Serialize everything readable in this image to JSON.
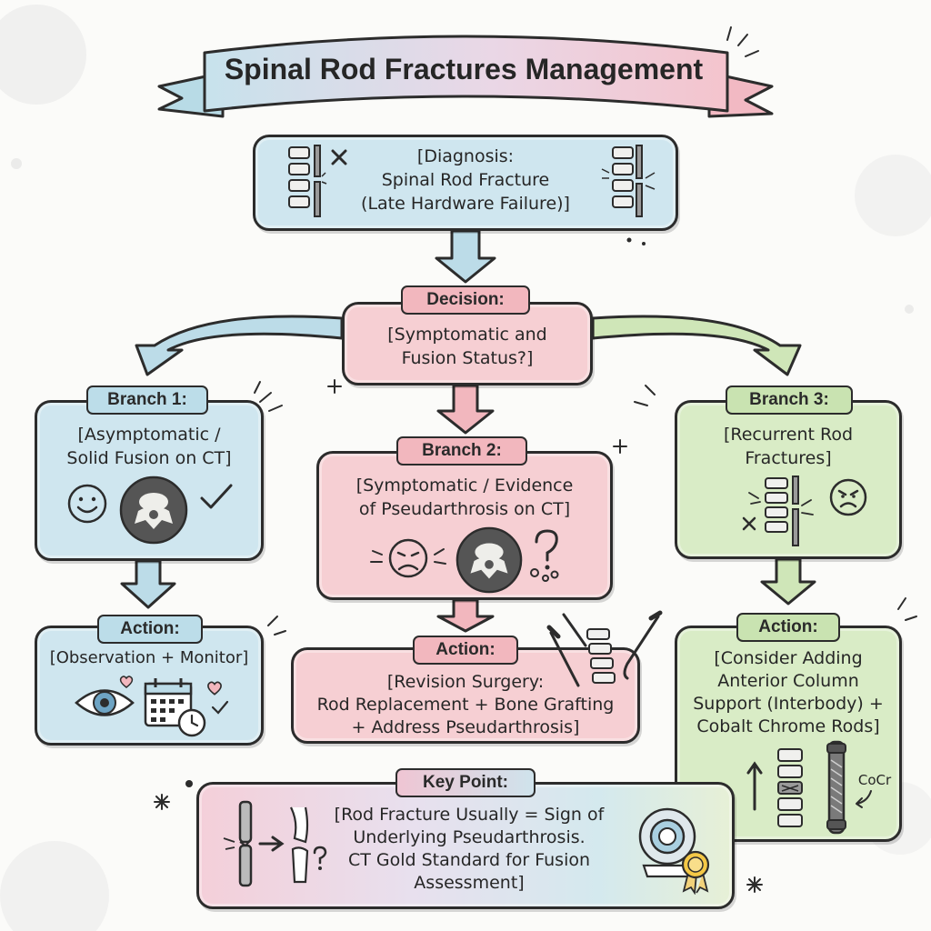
{
  "title": "Spinal Rod Fractures Management",
  "diagnosis": {
    "line1": "[Diagnosis:",
    "line2": "Spinal Rod Fracture",
    "line3": "(Late Hardware Failure)]"
  },
  "decision": {
    "tag": "Decision:",
    "line1": "[Symptomatic and",
    "line2": "Fusion Status?]"
  },
  "branch1": {
    "tag": "Branch 1:",
    "line1": "[Asymptomatic /",
    "line2": "Solid Fusion on CT]"
  },
  "branch2": {
    "tag": "Branch 2:",
    "line1": "[Symptomatic / Evidence",
    "line2": "of Pseudarthrosis on CT]"
  },
  "branch3": {
    "tag": "Branch 3:",
    "line1": "[Recurrent Rod",
    "line2": "Fractures]"
  },
  "action1": {
    "tag": "Action:",
    "line1": "[Observation + Monitor]"
  },
  "action2": {
    "tag": "Action:",
    "line1": "[Revision Surgery:",
    "line2": "Rod Replacement + Bone Grafting",
    "line3": "+ Address Pseudarthrosis]"
  },
  "action3": {
    "tag": "Action:",
    "line1": "[Consider Adding",
    "line2": "Anterior Column",
    "line3": "Support (Interbody) +",
    "line4": "Cobalt Chrome Rods]",
    "rod_label": "CoCr"
  },
  "keypoint": {
    "tag": "Key Point:",
    "line1": "[Rod Fracture Usually = Sign of",
    "line2": "Underlying Pseudarthrosis.",
    "line3": "CT Gold Standard for Fusion",
    "line4": "Assessment]"
  },
  "icons": [
    "spine-icon",
    "broken-rod-icon",
    "x-mark-icon",
    "smiley-icon",
    "vertebra-ct-icon",
    "checkmark-icon",
    "pain-face-icon",
    "question-icon",
    "eye-icon",
    "calendar-icon",
    "clock-icon",
    "heart-icon",
    "surgical-tools-icon",
    "angry-face-icon",
    "cobalt-rod-icon",
    "ct-scanner-icon",
    "award-ribbon-icon",
    "knee-joint-icon"
  ],
  "colors": {
    "blue": "#cfe6ef",
    "pink": "#f6cfd3",
    "green": "#d9ecc6",
    "outline": "#2c2c2c"
  }
}
